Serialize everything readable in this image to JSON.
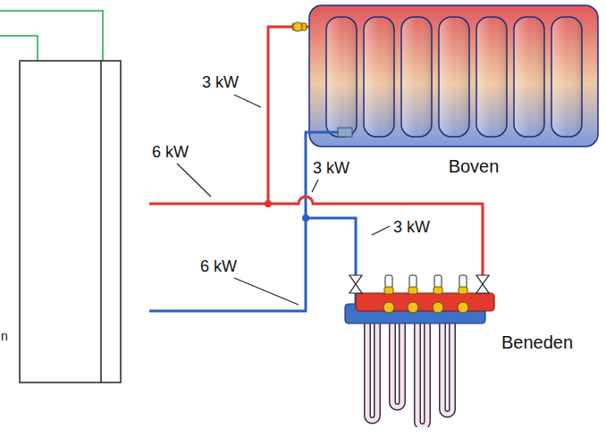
{
  "diagram": {
    "nodes": [
      {
        "text": [
          "Boven"
        ]
      },
      {
        "text": [
          "Beneden"
        ]
      }
    ],
    "labels": [
      "3 kW",
      "6 kW",
      "3 kW",
      "3 kW",
      "6 kW",
      "n"
    ]
  }
}
